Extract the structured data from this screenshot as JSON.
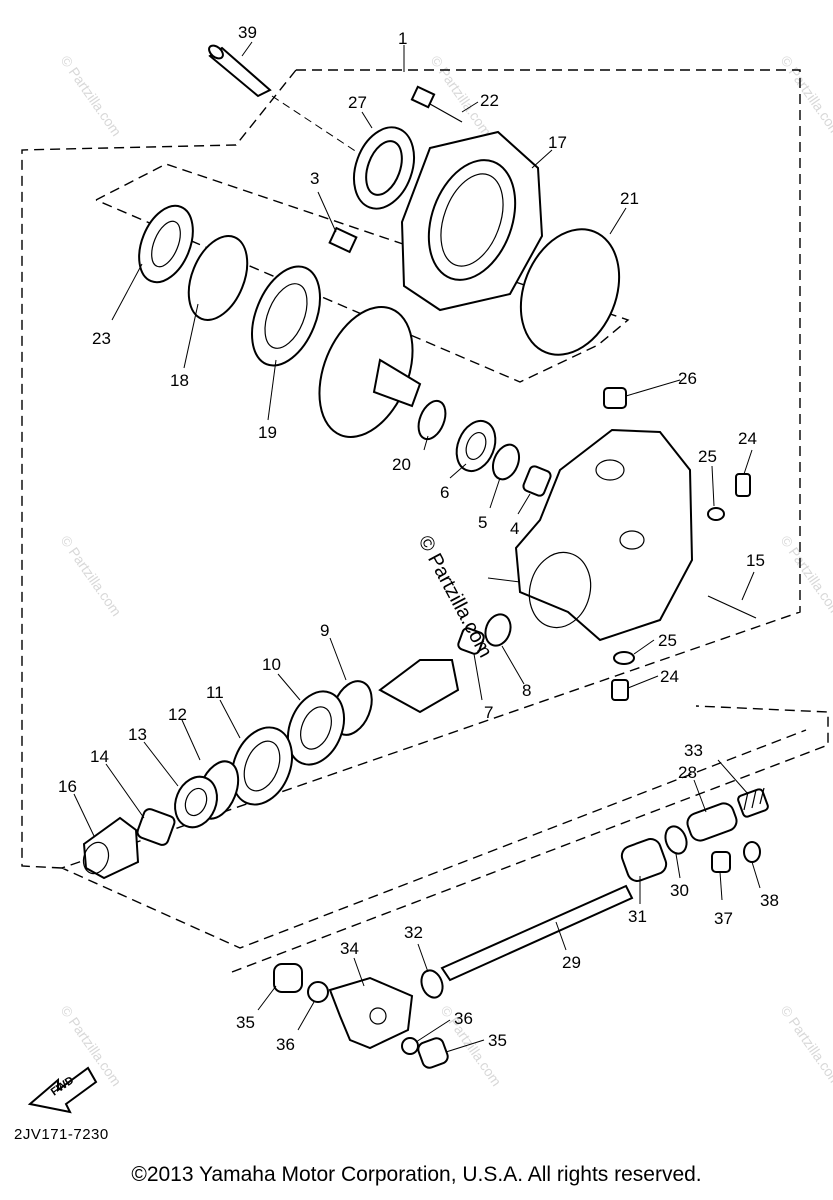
{
  "diagram": {
    "code": "2JV171-7230",
    "copyright": "©2013 Yamaha Motor Corporation, U.S.A. All rights reserved.",
    "watermark": "© Partzilla.com",
    "front_arrow_label": "FWD",
    "callouts": [
      "1",
      "3",
      "4",
      "5",
      "6",
      "7",
      "8",
      "9",
      "10",
      "11",
      "12",
      "13",
      "14",
      "15",
      "16",
      "17",
      "18",
      "19",
      "20",
      "21",
      "22",
      "23",
      "24",
      "25",
      "26",
      "27",
      "28",
      "29",
      "30",
      "31",
      "32",
      "33",
      "34",
      "35",
      "36",
      "37",
      "38",
      "39"
    ],
    "extra_callouts": {
      "c24b": "24",
      "c25b": "25",
      "c35b": "35",
      "c36b": "36"
    }
  }
}
